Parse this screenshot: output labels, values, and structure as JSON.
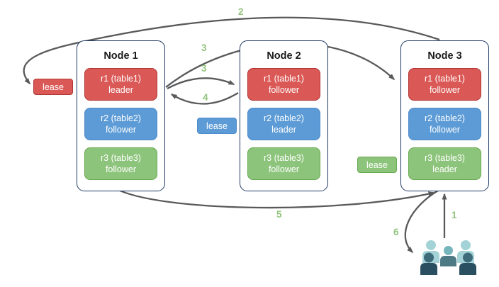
{
  "colors": {
    "node-border": "#1F3864",
    "red-fill": "#DA5956",
    "red-border": "#AF3633",
    "blue-fill": "#5C9BD6",
    "blue-border": "#4E8BC9",
    "green-fill": "#8DC47B",
    "green-border": "#67A94F",
    "arrow": "#58595B",
    "step-label": "#93C47D",
    "users-teal-light": "#A3D3D6",
    "users-teal-mid-head": "#75B5BB",
    "users-teal-mid-body": "#4E7A86",
    "users-dark-head": "#3E6B7A",
    "users-dark-body": "#2A4F60"
  },
  "diagram": {
    "nodes": [
      {
        "title": "Node 1",
        "replicas": [
          {
            "name": "r1 (table1)",
            "role": "leader"
          },
          {
            "name": "r2 (table2)",
            "role": "follower"
          },
          {
            "name": "r3 (table3)",
            "role": "follower"
          }
        ]
      },
      {
        "title": "Node 2",
        "replicas": [
          {
            "name": "r1 (table1)",
            "role": "follower"
          },
          {
            "name": "r2 (table2)",
            "role": "leader"
          },
          {
            "name": "r3 (table3)",
            "role": "follower"
          }
        ]
      },
      {
        "title": "Node 3",
        "replicas": [
          {
            "name": "r1 (table1)",
            "role": "follower"
          },
          {
            "name": "r2 (table2)",
            "role": "follower"
          },
          {
            "name": "r3 (table3)",
            "role": "leader"
          }
        ]
      }
    ],
    "leases": [
      {
        "text": "lease",
        "color": "red"
      },
      {
        "text": "lease",
        "color": "blue"
      },
      {
        "text": "lease",
        "color": "green"
      }
    ],
    "steps": {
      "s1": "1",
      "s2": "2",
      "s3a": "3",
      "s3b": "3",
      "s4": "4",
      "s5": "5",
      "s6": "6"
    },
    "icons": {
      "users_group": "users-group-icon"
    }
  }
}
